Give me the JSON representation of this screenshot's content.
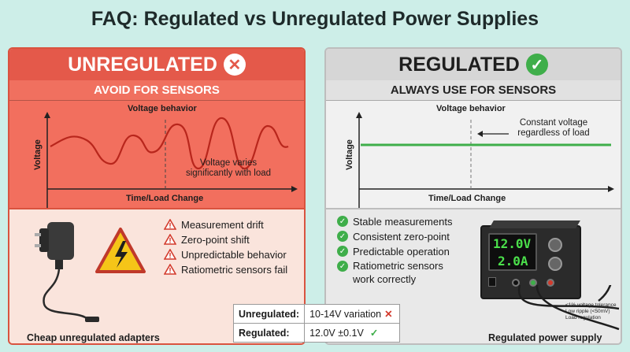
{
  "title": "FAQ: Regulated vs Unregulated Power Supplies",
  "unregulated": {
    "heading": "UNREGULATED",
    "badge": "✕",
    "subheading": "AVOID FOR SENSORS",
    "graph_title": "Voltage behavior",
    "y_label": "Voltage",
    "x_label": "Time/Load Change",
    "note": "Voltage varies significantly with load",
    "issues": [
      "Measurement drift",
      "Zero-point shift",
      "Unpredictable behavior",
      "Ratiometric sensors fail"
    ],
    "caption": "Cheap unregulated adapters"
  },
  "regulated": {
    "heading": "REGULATED",
    "badge": "✓",
    "subheading": "ALWAYS USE FOR SENSORS",
    "graph_title": "Voltage behavior",
    "y_label": "Voltage",
    "x_label": "Time/Load Change",
    "note": "Constant voltage regardless of load",
    "benefits": [
      "Stable measurements",
      "Consistent zero-point",
      "Predictable operation",
      "Ratiometric sensors work correctly"
    ],
    "display_voltage": "12.0V",
    "display_current": "2.0A",
    "specs": [
      "<1% voltage tolerance",
      "Low ripple (<50mV)",
      "Load regulation"
    ],
    "caption": "Regulated power supply"
  },
  "comparison": [
    {
      "label": "Unregulated:",
      "value": "10-14V variation",
      "mark": "✕"
    },
    {
      "label": "Regulated:",
      "value": "12.0V ±0.1V",
      "mark": "✓"
    }
  ],
  "colors": {
    "bad": "#e4594a",
    "good": "#3fae4a"
  }
}
